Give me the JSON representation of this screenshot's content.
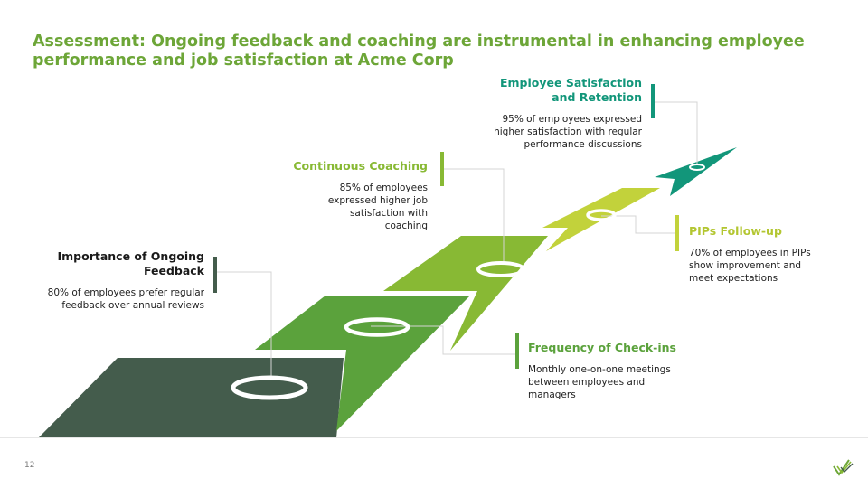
{
  "slide": {
    "title": "Assessment: Ongoing feedback and coaching are instrumental in enhancing employee performance and job satisfaction at Acme Corp",
    "page_number": "12"
  },
  "colors": {
    "title": "#6DA638",
    "dark_green": "#445C4C",
    "mid_green": "#5BA23C",
    "light_green": "#88B934",
    "lime": "#C2D23B",
    "teal": "#12967A"
  },
  "callouts": {
    "importance": {
      "heading": "Importance of Ongoing Feedback",
      "body": "80% of employees prefer regular feedback over annual reviews",
      "color": "#445C4C"
    },
    "checkins": {
      "heading": "Frequency of Check-ins",
      "body": "Monthly one-on-one meetings between employees and managers",
      "color": "#5BA23C"
    },
    "coaching": {
      "heading": "Continuous Coaching",
      "body": "85% of employees expressed higher job satisfaction with coaching",
      "color": "#88B934"
    },
    "pips": {
      "heading": "PIPs Follow-up",
      "body": "70% of employees in PIPs show improvement and meet expectations",
      "color": "#B3C631"
    },
    "satisfaction": {
      "heading": "Employee Satisfaction and Retention",
      "body": "95% of employees expressed higher satisfaction with regular performance discussions",
      "color": "#12967A"
    }
  },
  "icons": {
    "logo": "company-logo-icon"
  }
}
